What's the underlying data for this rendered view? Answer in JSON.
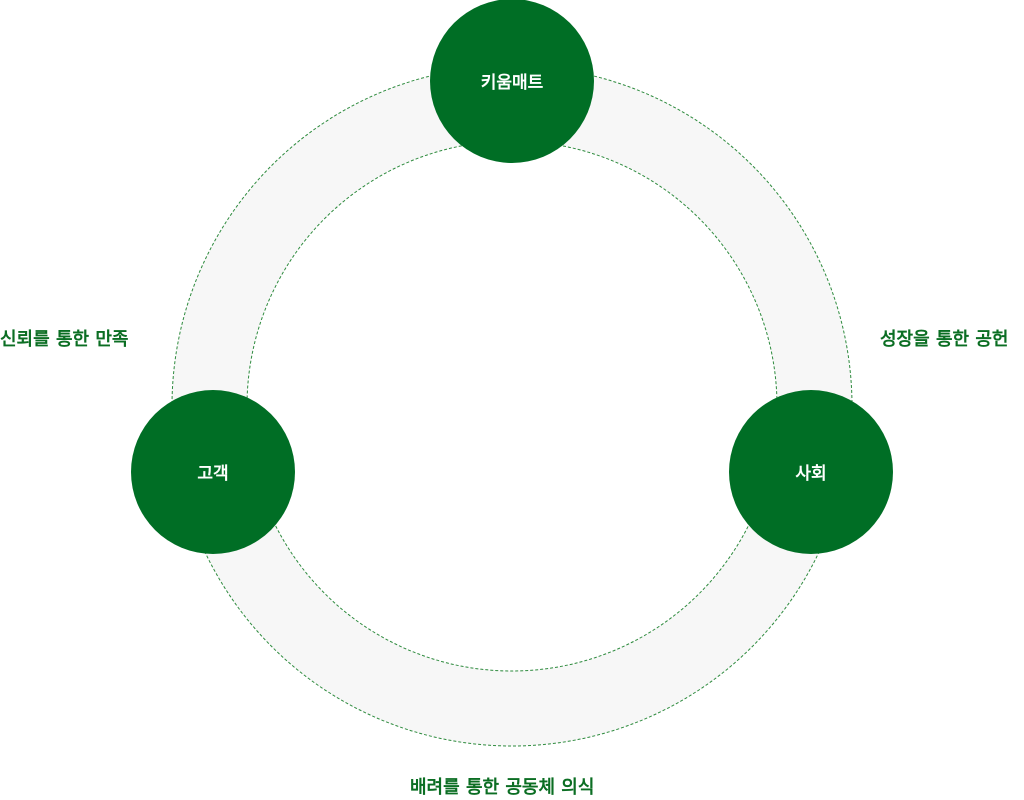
{
  "nodes": {
    "top": "키움매트",
    "left": "고객",
    "right": "사회"
  },
  "relations": {
    "left": "신뢰를 통한 만족",
    "right": "성장을 통한 공헌",
    "bottom": "배려를 통한 공동체 의식"
  },
  "colors": {
    "node_fill": "#006e25",
    "ring_fill": "#f7f7f7",
    "ring_border": "#2e8b3e",
    "label_text": "#0b6e23"
  }
}
